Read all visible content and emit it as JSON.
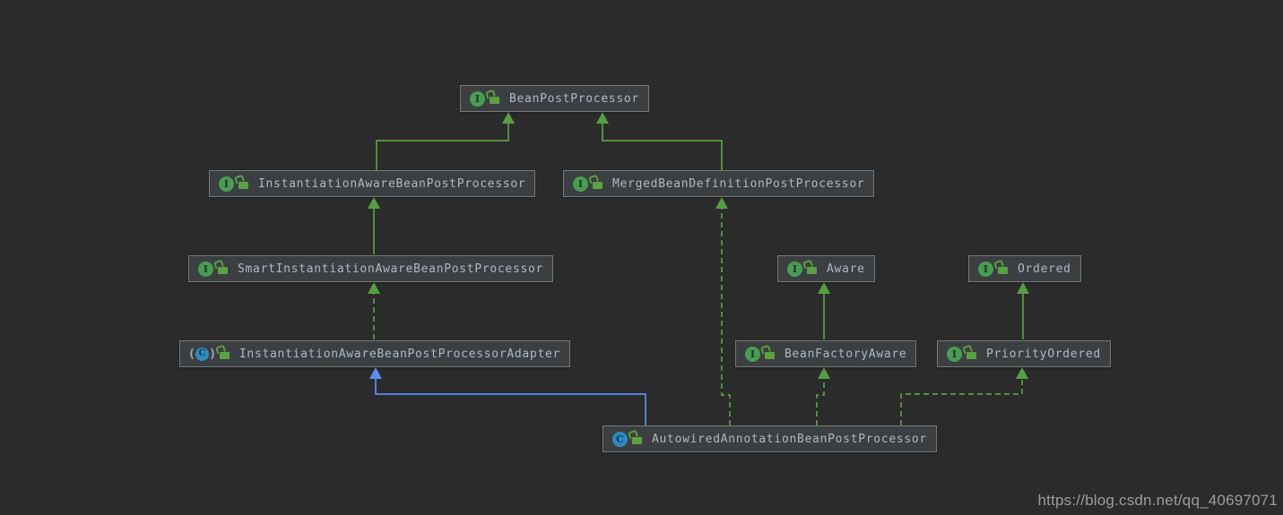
{
  "diagram": {
    "theme": "intellij-darcula",
    "background_color": "#2b2b2b",
    "node_fill_color": "#3c3f41",
    "node_border_color": "#75797b",
    "node_text_color": "#aeb8c2",
    "extends_edge_color": "#5c9c46",
    "class_extends_edge_color": "#5b8ef2",
    "interface_icon_color": "#499c54",
    "class_icon_color": "#2f8bc0",
    "public_lock_icon_color": "#5aa144"
  },
  "nodes": [
    {
      "label": "BeanPostProcessor",
      "kind": "interface",
      "visibility": "public"
    },
    {
      "label": "InstantiationAwareBeanPostProcessor",
      "kind": "interface",
      "visibility": "public"
    },
    {
      "label": "MergedBeanDefinitionPostProcessor",
      "kind": "interface",
      "visibility": "public"
    },
    {
      "label": "SmartInstantiationAwareBeanPostProcessor",
      "kind": "interface",
      "visibility": "public"
    },
    {
      "label": "Aware",
      "kind": "interface",
      "visibility": "public"
    },
    {
      "label": "Ordered",
      "kind": "interface",
      "visibility": "public"
    },
    {
      "label": "InstantiationAwareBeanPostProcessorAdapter",
      "kind": "abstract-class",
      "visibility": "public"
    },
    {
      "label": "BeanFactoryAware",
      "kind": "interface",
      "visibility": "public"
    },
    {
      "label": "PriorityOrdered",
      "kind": "interface",
      "visibility": "public"
    },
    {
      "label": "AutowiredAnnotationBeanPostProcessor",
      "kind": "class",
      "visibility": "public"
    }
  ],
  "edges": [
    {
      "from": "InstantiationAwareBeanPostProcessor",
      "to": "BeanPostProcessor",
      "relation": "extends",
      "style": "solid-green"
    },
    {
      "from": "MergedBeanDefinitionPostProcessor",
      "to": "BeanPostProcessor",
      "relation": "extends",
      "style": "solid-green"
    },
    {
      "from": "SmartInstantiationAwareBeanPostProcessor",
      "to": "InstantiationAwareBeanPostProcessor",
      "relation": "extends",
      "style": "solid-green"
    },
    {
      "from": "InstantiationAwareBeanPostProcessorAdapter",
      "to": "SmartInstantiationAwareBeanPostProcessor",
      "relation": "implements",
      "style": "dashed-green"
    },
    {
      "from": "AutowiredAnnotationBeanPostProcessor",
      "to": "InstantiationAwareBeanPostProcessorAdapter",
      "relation": "extends",
      "style": "solid-blue"
    },
    {
      "from": "AutowiredAnnotationBeanPostProcessor",
      "to": "MergedBeanDefinitionPostProcessor",
      "relation": "implements",
      "style": "dashed-green"
    },
    {
      "from": "AutowiredAnnotationBeanPostProcessor",
      "to": "BeanFactoryAware",
      "relation": "implements",
      "style": "dashed-green"
    },
    {
      "from": "AutowiredAnnotationBeanPostProcessor",
      "to": "PriorityOrdered",
      "relation": "implements",
      "style": "dashed-green"
    },
    {
      "from": "BeanFactoryAware",
      "to": "Aware",
      "relation": "extends",
      "style": "solid-green"
    },
    {
      "from": "PriorityOrdered",
      "to": "Ordered",
      "relation": "extends",
      "style": "solid-green"
    }
  ],
  "watermark": {
    "text": "https://blog.csdn.net/qq_40697071"
  }
}
